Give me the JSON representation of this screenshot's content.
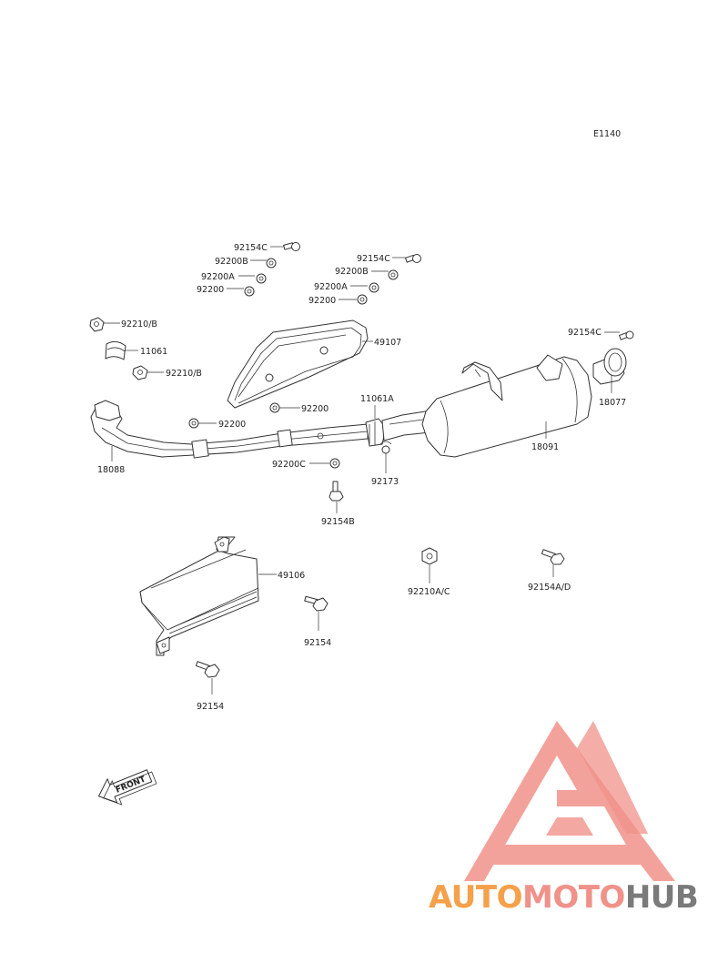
{
  "diagram_code": "E1140",
  "parts": {
    "p92154C_1": "92154C",
    "p92200B_1": "92200B",
    "p92200A_1": "92200A",
    "p92200_1": "92200",
    "p92154C_2": "92154C",
    "p92200B_2": "92200B",
    "p92200A_2": "92200A",
    "p92200_2": "92200",
    "p92210B_1": "92210/B",
    "p11061": "11061",
    "p92210B_2": "92210/B",
    "p49107": "49107",
    "p92154C_3": "92154C",
    "p18077": "18077",
    "p92200_3": "92200",
    "p11061A": "11061A",
    "p92200_4": "92200",
    "p18091": "18091",
    "p18088": "18088",
    "p92200C": "92200C",
    "p92173": "92173",
    "p92154B": "92154B",
    "p49106": "49106",
    "p92210AC": "92210A/C",
    "p92154AD": "92154A/D",
    "p92154_1": "92154",
    "p92154_2": "92154"
  },
  "front_arrow_label": "FRONT",
  "watermark": {
    "text_part1": "AUTO",
    "text_part2": "MOTO",
    "text_part3": "HUB",
    "color_orange": "#f5a04a",
    "color_red": "#f0928a",
    "color_gray": "#7a7a7a"
  }
}
